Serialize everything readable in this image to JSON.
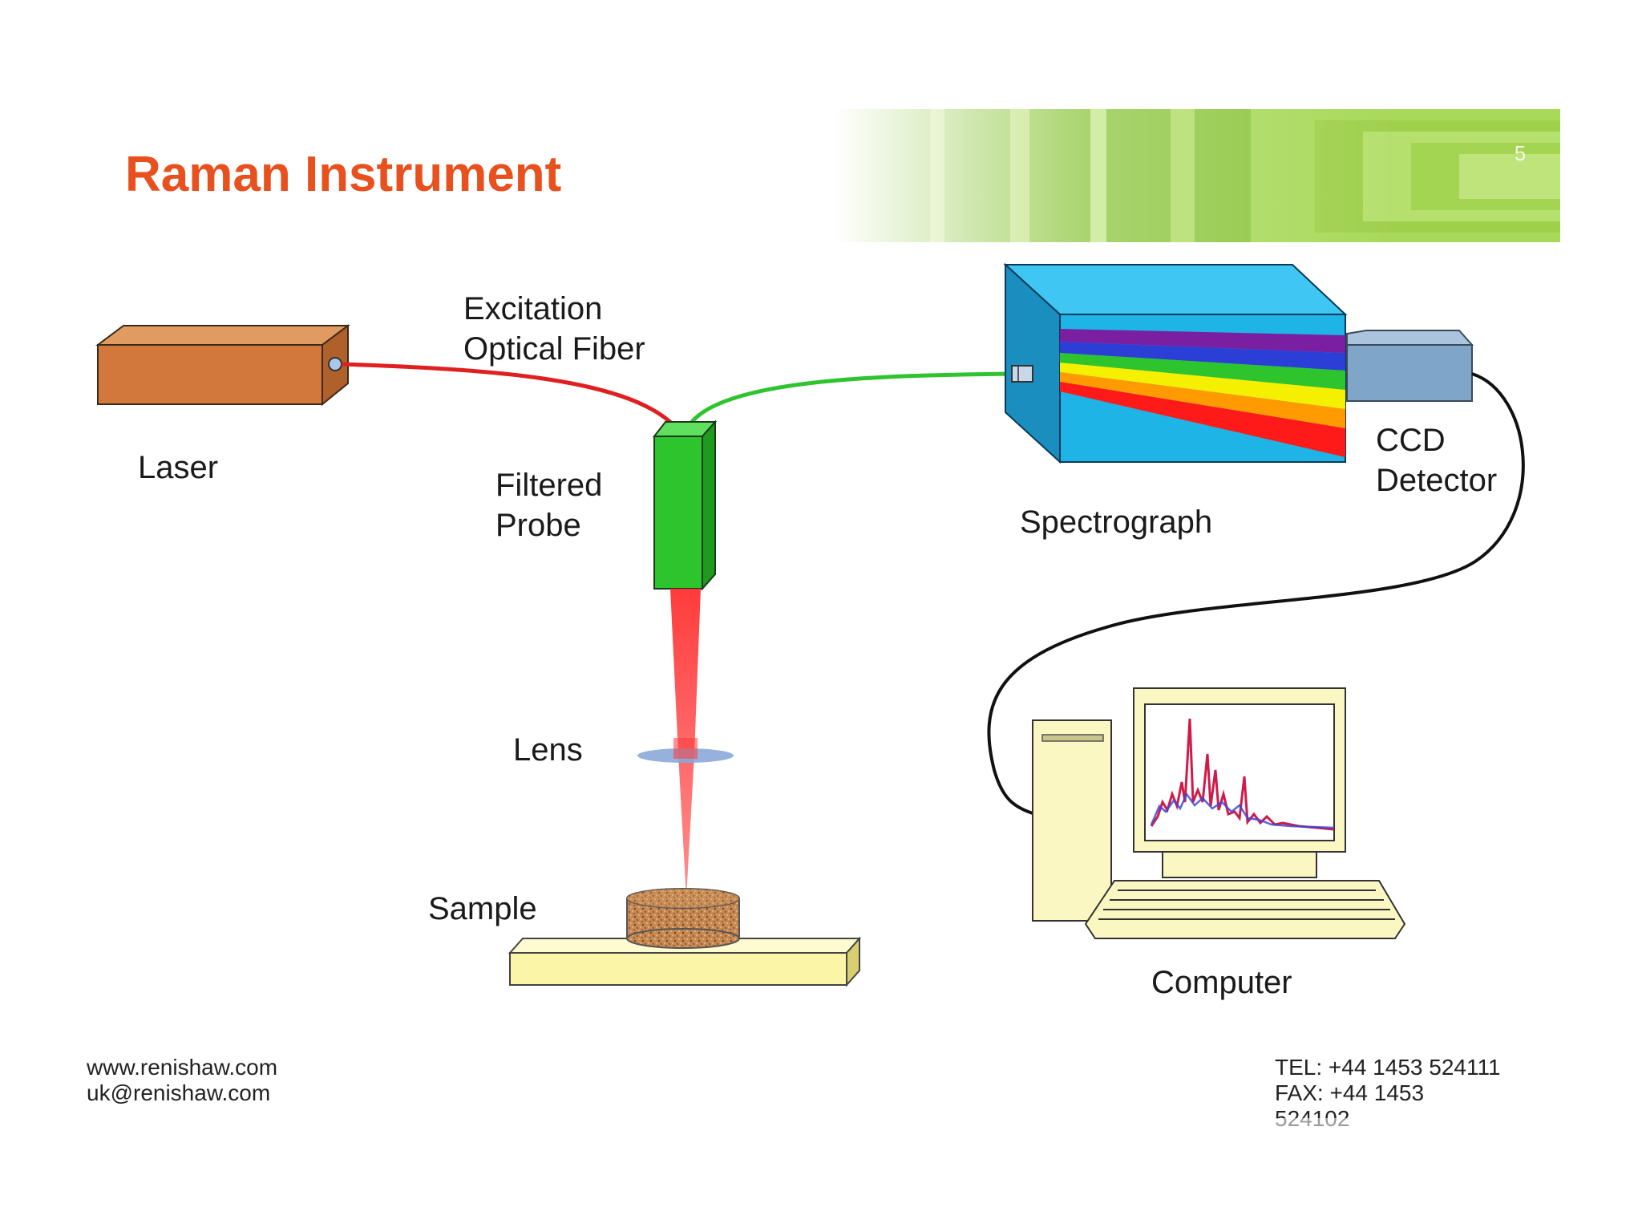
{
  "slide": {
    "title": "Raman Instrument",
    "page_number": "5"
  },
  "labels": {
    "laser": "Laser",
    "fiber_line1": "Excitation",
    "fiber_line2": "Optical Fiber",
    "probe_line1": "Filtered",
    "probe_line2": "Probe",
    "lens": "Lens",
    "sample": "Sample",
    "spectrograph": "Spectrograph",
    "ccd_line1": "CCD",
    "ccd_line2": "Detector",
    "computer": "Computer"
  },
  "footer": {
    "website": "www.renishaw.com",
    "email": "uk@renishaw.com",
    "tel": "TEL:  +44 1453 524111",
    "fax": "FAX:  +44 1453",
    "fax_cont": "524102"
  },
  "colors": {
    "title": "#e8501e",
    "header_green": "#8dc63f",
    "laser_body": "#d2783c",
    "probe": "#2ec42e",
    "excitation_fiber": "#e02020",
    "collection_fiber": "#2ec42e",
    "spectrograph": "#1eb4e6",
    "ccd": "#7fa6c9",
    "stage": "#fbf5a8",
    "computer_body": "#fbf7c2"
  },
  "icons": [
    "laser-icon",
    "probe-icon",
    "lens-icon",
    "sample-icon",
    "spectrograph-icon",
    "ccd-detector-icon",
    "computer-icon"
  ]
}
